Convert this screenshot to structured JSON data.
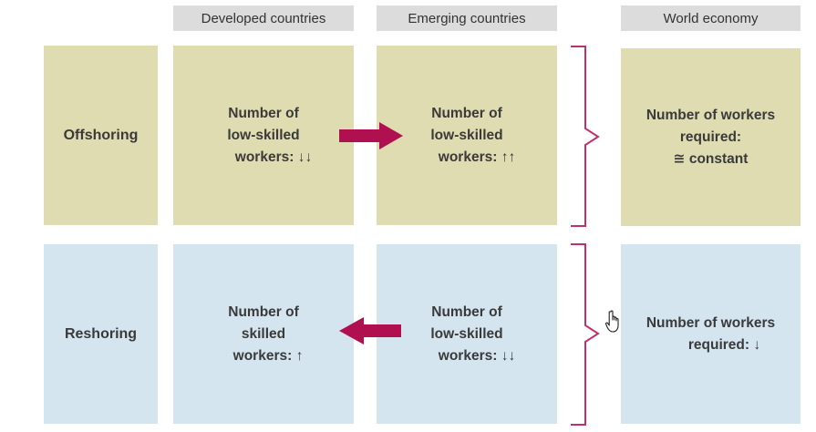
{
  "headers": {
    "developed": "Developed countries",
    "emerging": "Emerging countries",
    "world": "World economy"
  },
  "rows": {
    "offshoring": {
      "label": "Offshoring",
      "developed": {
        "line1": "Number of",
        "line2": "low-skilled",
        "line3": "workers:",
        "arrows": "↓↓"
      },
      "emerging": {
        "line1": "Number of",
        "line2": "low-skilled",
        "line3": "workers:",
        "arrows": "↑↑"
      },
      "world": {
        "line1": "Number of workers",
        "line2": "required:",
        "line3": "≅ constant"
      },
      "flow_direction": "developed-to-emerging"
    },
    "reshoring": {
      "label": "Reshoring",
      "developed": {
        "line1": "Number of",
        "line2": "skilled",
        "line3": "workers:",
        "arrows": "↑"
      },
      "emerging": {
        "line1": "Number of",
        "line2": "low-skilled",
        "line3": "workers:",
        "arrows": "↓↓"
      },
      "world": {
        "line1": "Number of workers",
        "line2": "required:",
        "arrows": "↓"
      },
      "flow_direction": "emerging-to-developed"
    }
  },
  "colors": {
    "offshoring_fill": "#dedcb0",
    "reshoring_fill": "#d4e5f0",
    "header_fill": "#dcdcdc",
    "arrow": "#b0104f",
    "brace": "#c0306a"
  }
}
